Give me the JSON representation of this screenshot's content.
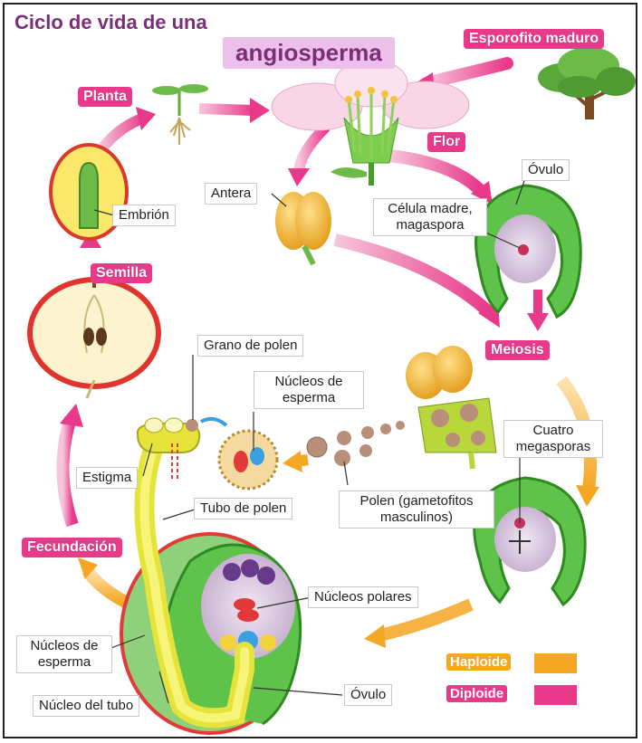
{
  "title": {
    "line1": "Ciclo de vida de una",
    "line2": "angiosperma"
  },
  "stages": {
    "esporofito": "Esporofito maduro",
    "planta": "Planta",
    "flor": "Flor",
    "semilla": "Semilla",
    "meiosis": "Meiosis",
    "fecundacion": "Fecundación"
  },
  "labels": {
    "ovulo_top": "Óvulo",
    "antera": "Antera",
    "embrion": "Embrión",
    "celula_madre": "Célula madre, magaspora",
    "grano_polen": "Grano de polen",
    "nucleos_esperma_top": "Núcleos de esperma",
    "cuatro_megasporas": "Cuatro megasporas",
    "estigma": "Estigma",
    "tubo_polen": "Tubo de polen",
    "polen": "Polen (gametofitos masculinos)",
    "nucleos_polares": "Núcleos polares",
    "nucleos_esperma_bottom": "Núcleos de esperma",
    "ovulo_bottom": "Óvulo",
    "nucleo_tubo": "Núcleo del tubo"
  },
  "legend": {
    "haploide": {
      "label": "Haploide",
      "color": "#f5a623"
    },
    "diploide": {
      "label": "Diploide",
      "color": "#e8398a"
    }
  },
  "colors": {
    "diploid_arrow": "#e8398a",
    "haploid_arrow": "#f5a623",
    "title": "#7a2f78"
  }
}
